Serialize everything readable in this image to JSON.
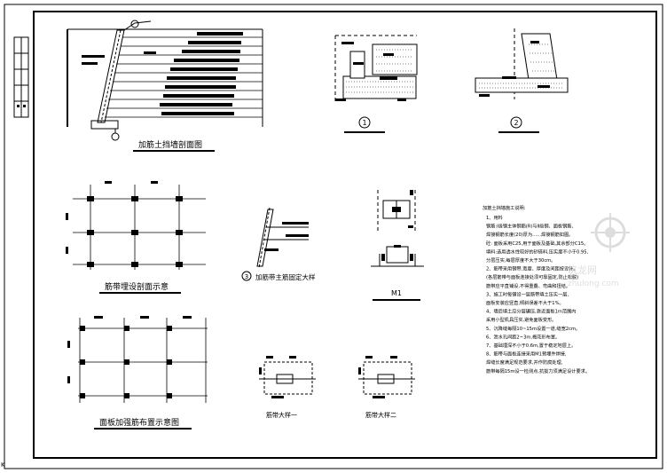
{
  "drawing": {
    "sheet_label": "",
    "details": {
      "section": {
        "title": "加筋土挡墙剖面图"
      },
      "detail1": {
        "marker": "1"
      },
      "detail2": {
        "marker": "2"
      },
      "strip_layout": {
        "title": "筋带埋设剖面示意"
      },
      "anchor_detail": {
        "marker": "3",
        "title": "加筋带主筋固定大样"
      },
      "m1": {
        "title": "M1"
      },
      "panel_layout": {
        "title": "面板加强筋布置示意图"
      },
      "strip_detail_1": {
        "title": "筋带大样一"
      },
      "strip_detail_2": {
        "title": "筋带大样二"
      }
    },
    "notes": {
      "title": "加筋土挡墙施工说明:",
      "lines": [
        "1、用料",
        "钢筋:Ⅰ级钢主体钢筋(R)与Ⅱ级钢、面板钢筋、",
        "    焊接钢筋长度(20)厚为......焊接钢筋如图。",
        "砼:  面板采用C25,用于面板及基础,其余部分C15。",
        "填料:选用透水性较好的砂砾料,压实度不小于0.95,",
        "    分层压实,每层厚度不大于30cm。",
        "2、筋带采用钢带,宽度、厚度及间距按设计。",
        "    (各层筋带与面板连接处须可靠固定,防止松脱)",
        "    筋带应平直铺设,不得重叠、弯曲和扭结。",
        "3、施工时每铺设一层筋带填土压实一层,",
        "    面板安装应竖直,倾斜误差不大于1%。",
        "4、墙后填土应分层碾压,靠近面板1m范围内",
        "    采用小型机具压实,避免面板变形。",
        "5、沉降缝每隔10~15m设置一道,缝宽2cm。",
        "6、泄水孔间距2~3m,梅花形布置。",
        "7、基础埋深不小于0.6m,置于稳定地层上。",
        "8、筋带与面板连接采用M1预埋件焊接,",
        "    焊缝长度满足规范要求,并作防腐处理,",
        "    筋带每隔15m设一检测点,抗拔力须满足设计要求。"
      ]
    },
    "watermark": {
      "line1": "筑龙网",
      "line2": "zhulong.com"
    },
    "scale_mark": "K"
  }
}
